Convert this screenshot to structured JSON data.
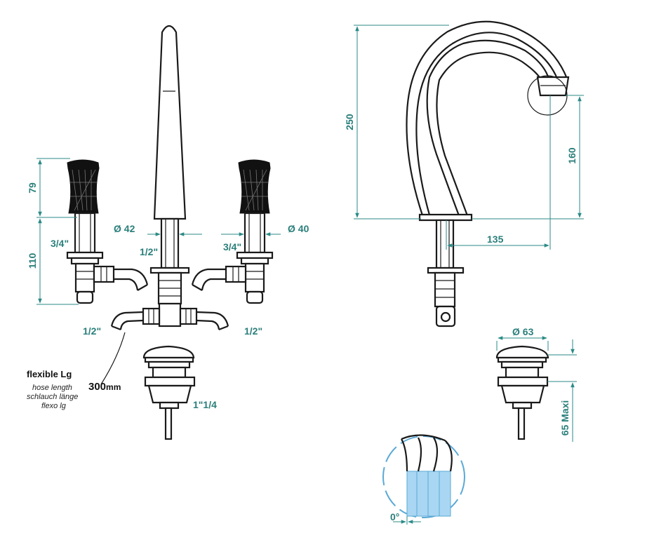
{
  "dimensions": {
    "handle_height": "79",
    "body_height": "110",
    "left_diameter": "Ø 42",
    "right_diameter": "Ø 40",
    "spout_height": "250",
    "spout_outlet_height": "160",
    "spout_reach": "135",
    "drain_diameter": "Ø 63",
    "drain_depth": "65 Maxi",
    "angle": "0°"
  },
  "threads": {
    "left_valve": "3/4\"",
    "center": "1/2\"",
    "right_valve": "3/4\"",
    "left_hose": "1/2\"",
    "right_hose": "1/2\"",
    "drain": "1\"1/4"
  },
  "hose": {
    "title": "flexible Lg",
    "line1": "hose length",
    "line2": "schlauch länge",
    "line3": "flexo lg",
    "length_value": "300",
    "length_unit": "mm"
  },
  "colors": {
    "dimension": "#2a8a86",
    "outline": "#1a1a1a",
    "detail_fill": "#a9d6f2"
  }
}
